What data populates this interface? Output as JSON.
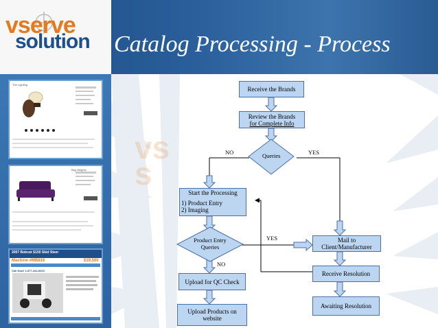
{
  "header": {
    "logo_top": "vserve",
    "logo_bottom": "solution",
    "title": "Catalog Processing - Process"
  },
  "thumbnails": {
    "t1": {
      "brand": "The Lighting",
      "caption": "Bel Lighting Glass Wall Light"
    },
    "t2": {
      "brand": "Bay Heights",
      "caption": "Purple Sofa"
    },
    "t3": {
      "title": "2007 Bobcat S150 Skid Steer",
      "subtitle": "Machine #MB816",
      "price": "$19,500",
      "call": "Call Now! 1-877-444-8433"
    }
  },
  "flowchart": {
    "receive_brands": "Receive the Brands",
    "review_brands_line1": "Review the Brands",
    "review_brands_line2": "for Complete Info",
    "queries": "Queries",
    "no_label_top": "NO",
    "yes_label_top": "YES",
    "start_processing": "Start the Processing",
    "product_entry_step": "1) Product Entry",
    "imaging_step": "2) Imaging",
    "product_entry_queries_line1": "Product Entry",
    "product_entry_queries_line2": "Queries",
    "yes_label_mid": "YES",
    "no_label_bottom": "NO",
    "mail_client": "Mail to Client/Manufacturer",
    "receive_resolution": "Receive Resolution",
    "upload_qc": "Upload for QC Check",
    "awaiting_resolution": "Awaiting Resolution",
    "upload_products": "Upload Products on website"
  },
  "colors": {
    "header_blue": "#2a5f9b",
    "logo_orange": "#e47a1c",
    "logo_blue": "#1e4f8a",
    "box_fill": "#bcd6f2",
    "box_border": "#4a6fa5"
  }
}
